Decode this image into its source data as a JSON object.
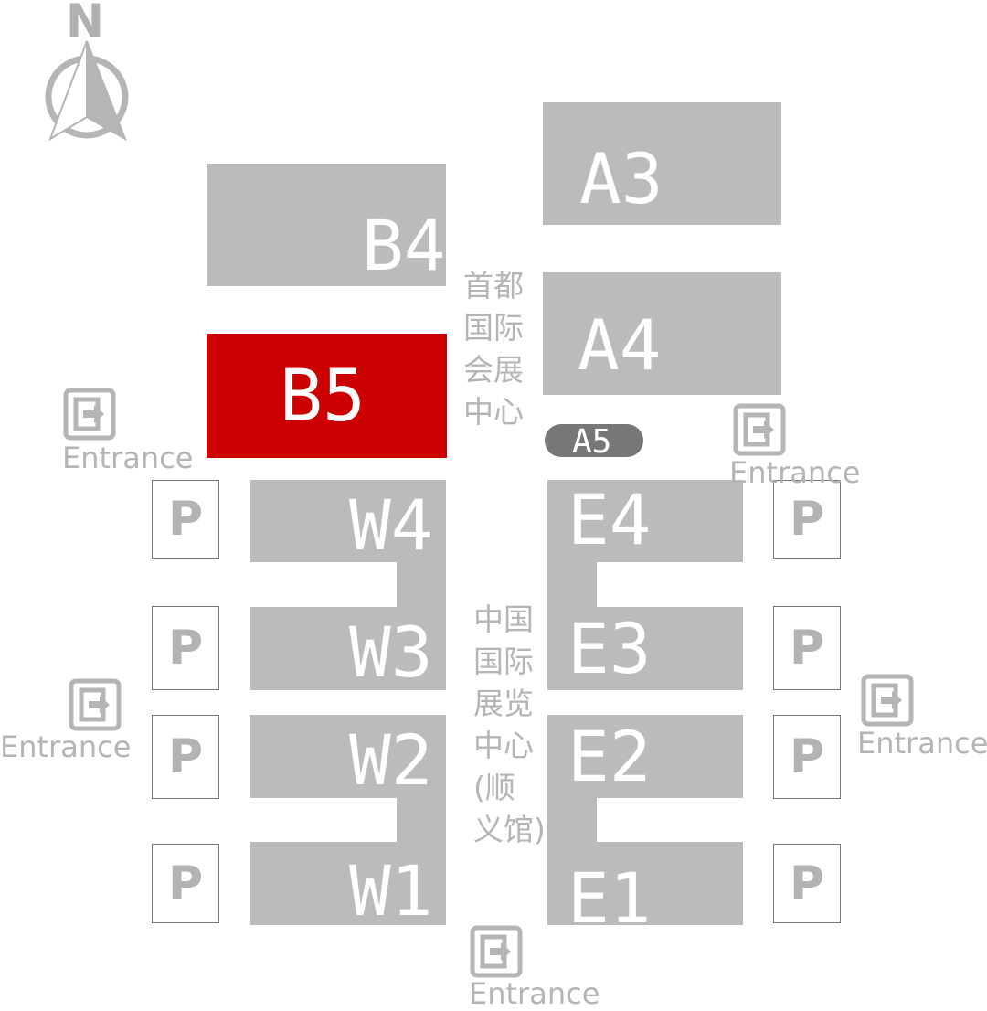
{
  "compass": {
    "north_label": "N"
  },
  "halls": {
    "a3": "A3",
    "a4": "A4",
    "a5": "A5",
    "b4": "B4",
    "b5": "B5",
    "w1": "W1",
    "w2": "W2",
    "w3": "W3",
    "w4": "W4",
    "e1": "E1",
    "e2": "E2",
    "e3": "E3",
    "e4": "E4"
  },
  "venues": {
    "ciec_lines": [
      "首都",
      "国际",
      "会展",
      "中心"
    ],
    "sniec_lines": [
      "中国",
      "国际",
      "展览",
      "中心",
      "(顺",
      "义馆)"
    ]
  },
  "parking_label": "P",
  "entrance_label": "Entrance",
  "colors": {
    "hall": "#bbbbbb",
    "highlight": "#cc0000",
    "a5_pill": "#777777",
    "text_gray": "#b5b5b5"
  },
  "icons": {
    "entrance": "exit-door-icon",
    "compass": "compass-icon"
  }
}
